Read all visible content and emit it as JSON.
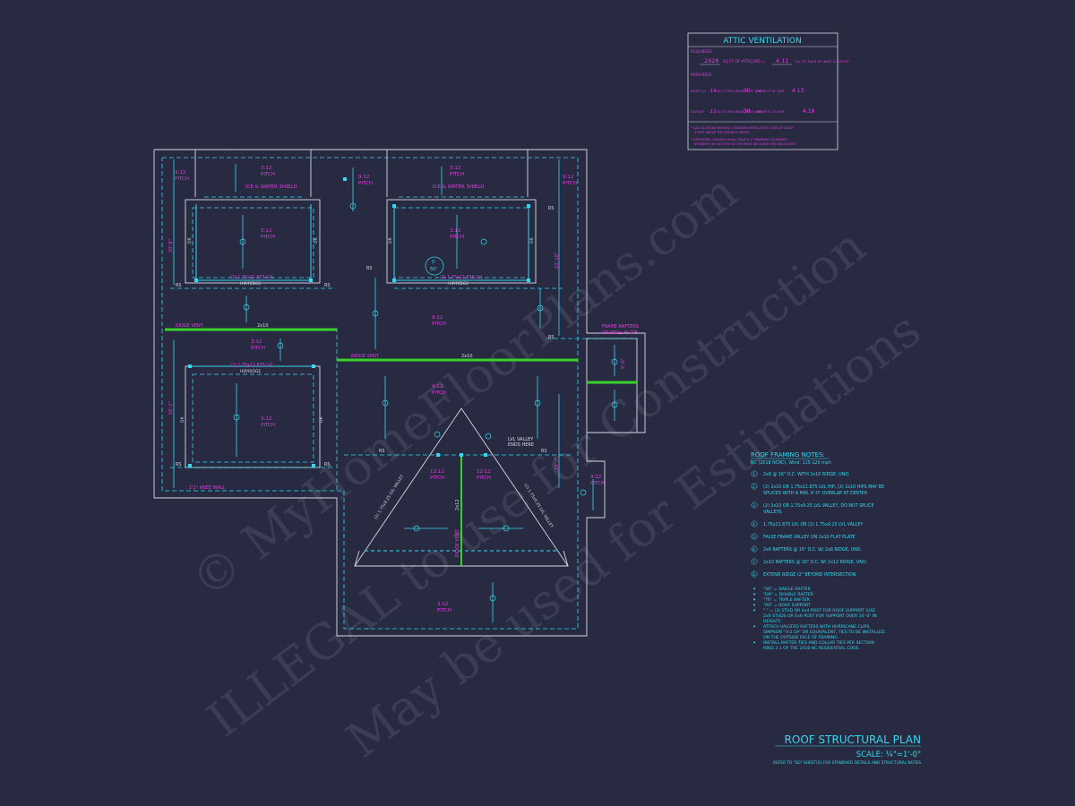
{
  "watermark": {
    "line1": "© MyHomeFloorPlans.com",
    "line2": "ILLEGAL to use for Construction",
    "line3": "May be used for Estimations"
  },
  "attic": {
    "title": "ATTIC VENTILATION",
    "required_label": "REQUIRED",
    "required_area": "2428",
    "required_text": "SQ FT OF ATTIC/300 =",
    "required_result": "4.11",
    "required_unit": "SQ. FT. EACH OF INLET & OUTLET",
    "provided_label": "PROVIDED",
    "inlet_label": "INLET (2)",
    "inlet_value1": ".14",
    "inlet_text1": "SQ. FT. PER LINEAR FT. OF VENT",
    "inlet_value2": "30",
    "inlet_text2": "LINEAR FT. OF VENT",
    "inlet_result": "4.13",
    "outlet_label": "OUTLET",
    "outlet_value1": ".11",
    "outlet_text1": "SQ. FT. PER LINEAR FT. OF VENT",
    "outlet_value2": "38",
    "outlet_text2": "LINEAR FT. OF VENT",
    "outlet_result": "4.18",
    "note1a": "* CALCULATIONS SHOWN, CONSIDER VENTILATORS USED AT LEAST",
    "note1b": "3 FEET ABOVE THE CORNICE VENTS",
    "note2a": "* CATHEDRAL CEILINGS SHALL HAVE A 1\" MINIMUM CLEARANCE",
    "note2b": "BETWEEN THE BOTTOM OF THE ROOF DECK AND THE INSULATION"
  },
  "plan": {
    "pitch_912": "9:12",
    "pitch_312": "3:12",
    "pitch_1212": "12:12",
    "pitch_word": "PITCH",
    "ice_water": "ICE & WATER SHIELD",
    "ridge_vent": "RIDGE VENT",
    "lvl_ridge": "(2) 1.75x11.875 LVL",
    "hip_ridge": "HIP/RIDGE",
    "rs": "RS",
    "dr": "DR",
    "span_2x10": "2x10",
    "frame_rafters_1": "FRAME RAFTERS",
    "frame_rafters_2": "ON WALL PLATE",
    "knee_wall": "1'2\" KNEE WALL",
    "lvl_valley_1": "LVL VALLEY",
    "lvl_valley_2": "ENDS HERE",
    "valley_left": "(2) 1.75x9.25 LVL VALLEY",
    "valley_right": "(2) 1.75x9.25 LVL VALLEY",
    "circle_d": "D",
    "circle_d_val": "50'",
    "span_2x12": "2x12",
    "dim_left_top": "20'-8\"",
    "dim_left_bottom": "16'-1\"",
    "dim_right_top": "23'-10\"",
    "dim_right_bottom": "23'-7\"",
    "dim_bay": "5'-0\""
  },
  "framing_notes": {
    "title": "ROOF FRAMING NOTES:",
    "code": "NC (2018 NCRC), Wind: 115-120 mph",
    "items": [
      {
        "num": "1.",
        "text": "2x8 @ 16\" O.C. WITH 2x10 RIDGE, UNO."
      },
      {
        "num": "2.",
        "text": "(2) 2x10 OR 1.75x11.875 LVL HIP, (2) 2x10 HIPS MAY BE"
      },
      {
        "num": "",
        "text": "SPLICED WITH A MIN. 6'-0\" OVERLAP AT CENTER"
      },
      {
        "num": "3.",
        "text": "(2) 2x10 OR 1.75x9.25 LVL VALLEY, DO NOT SPLICE"
      },
      {
        "num": "",
        "text": "VALLEYS"
      },
      {
        "num": "4.",
        "text": "1.75x11.875 LVL OR (2) 1.75x9.25 LVL VALLEY"
      },
      {
        "num": "5.",
        "text": "FALSE FRAME VALLEY ON 2x10 FLAT PLATE"
      },
      {
        "num": "6.",
        "text": "2x6 RAFTERS @ 16\" O.C. W/ 2x8 RIDGE, UNO."
      },
      {
        "num": "7.",
        "text": "2x10 RAFTERS @ 16\" O.C. W/ 2x12 RIDGE, UNO."
      },
      {
        "num": "8.",
        "text": "EXTEND RIDGE (2\" BEYOND INTERSECTION"
      }
    ],
    "bullets": [
      "\"SR\" = SINGLE RAFTER",
      "\"DR\" = DOUBLE RAFTER",
      "\"TR\" = TRIPLE RAFTER",
      "\"RS\" = ROOF SUPPORT",
      "\" \" = (3) STUD OR 4x4 POST FOR ROOF SUPPORT (USE",
      "2x6 STUDS OR 6x6 POST FOR SUPPORT OVER 10'-0\" IN",
      "HEIGHT)",
      "ATTACH VAULTED RAFTERS WITH HURRICANE CLIPS,",
      "SIMPSON \"H-2.5A\" OR EQUIVALENT, TIES TO BE INSTALLED",
      "ON THE OUTSIDE FACE OF FRAMING.",
      "INSTALL RAFTER TIES AND COLLAR TIES PER SECTION",
      "R802.3.1 OF THE 2018 NC RESIDENTIAL CODE."
    ]
  },
  "title_block": {
    "title": "ROOF STRUCTURAL PLAN",
    "scale": "SCALE: ¼\"=1'-0\"",
    "refer": "REFER TO \"SD\" SHEET(S) FOR STANDARD DETAILS AND STRUCTURAL NOTES"
  },
  "colors": {
    "background": "#272a40",
    "line_white": "#d8dbe6",
    "line_cyan": "#35d8f0",
    "line_magenta": "#e23ee0",
    "ridge_green": "#3ad12a"
  }
}
